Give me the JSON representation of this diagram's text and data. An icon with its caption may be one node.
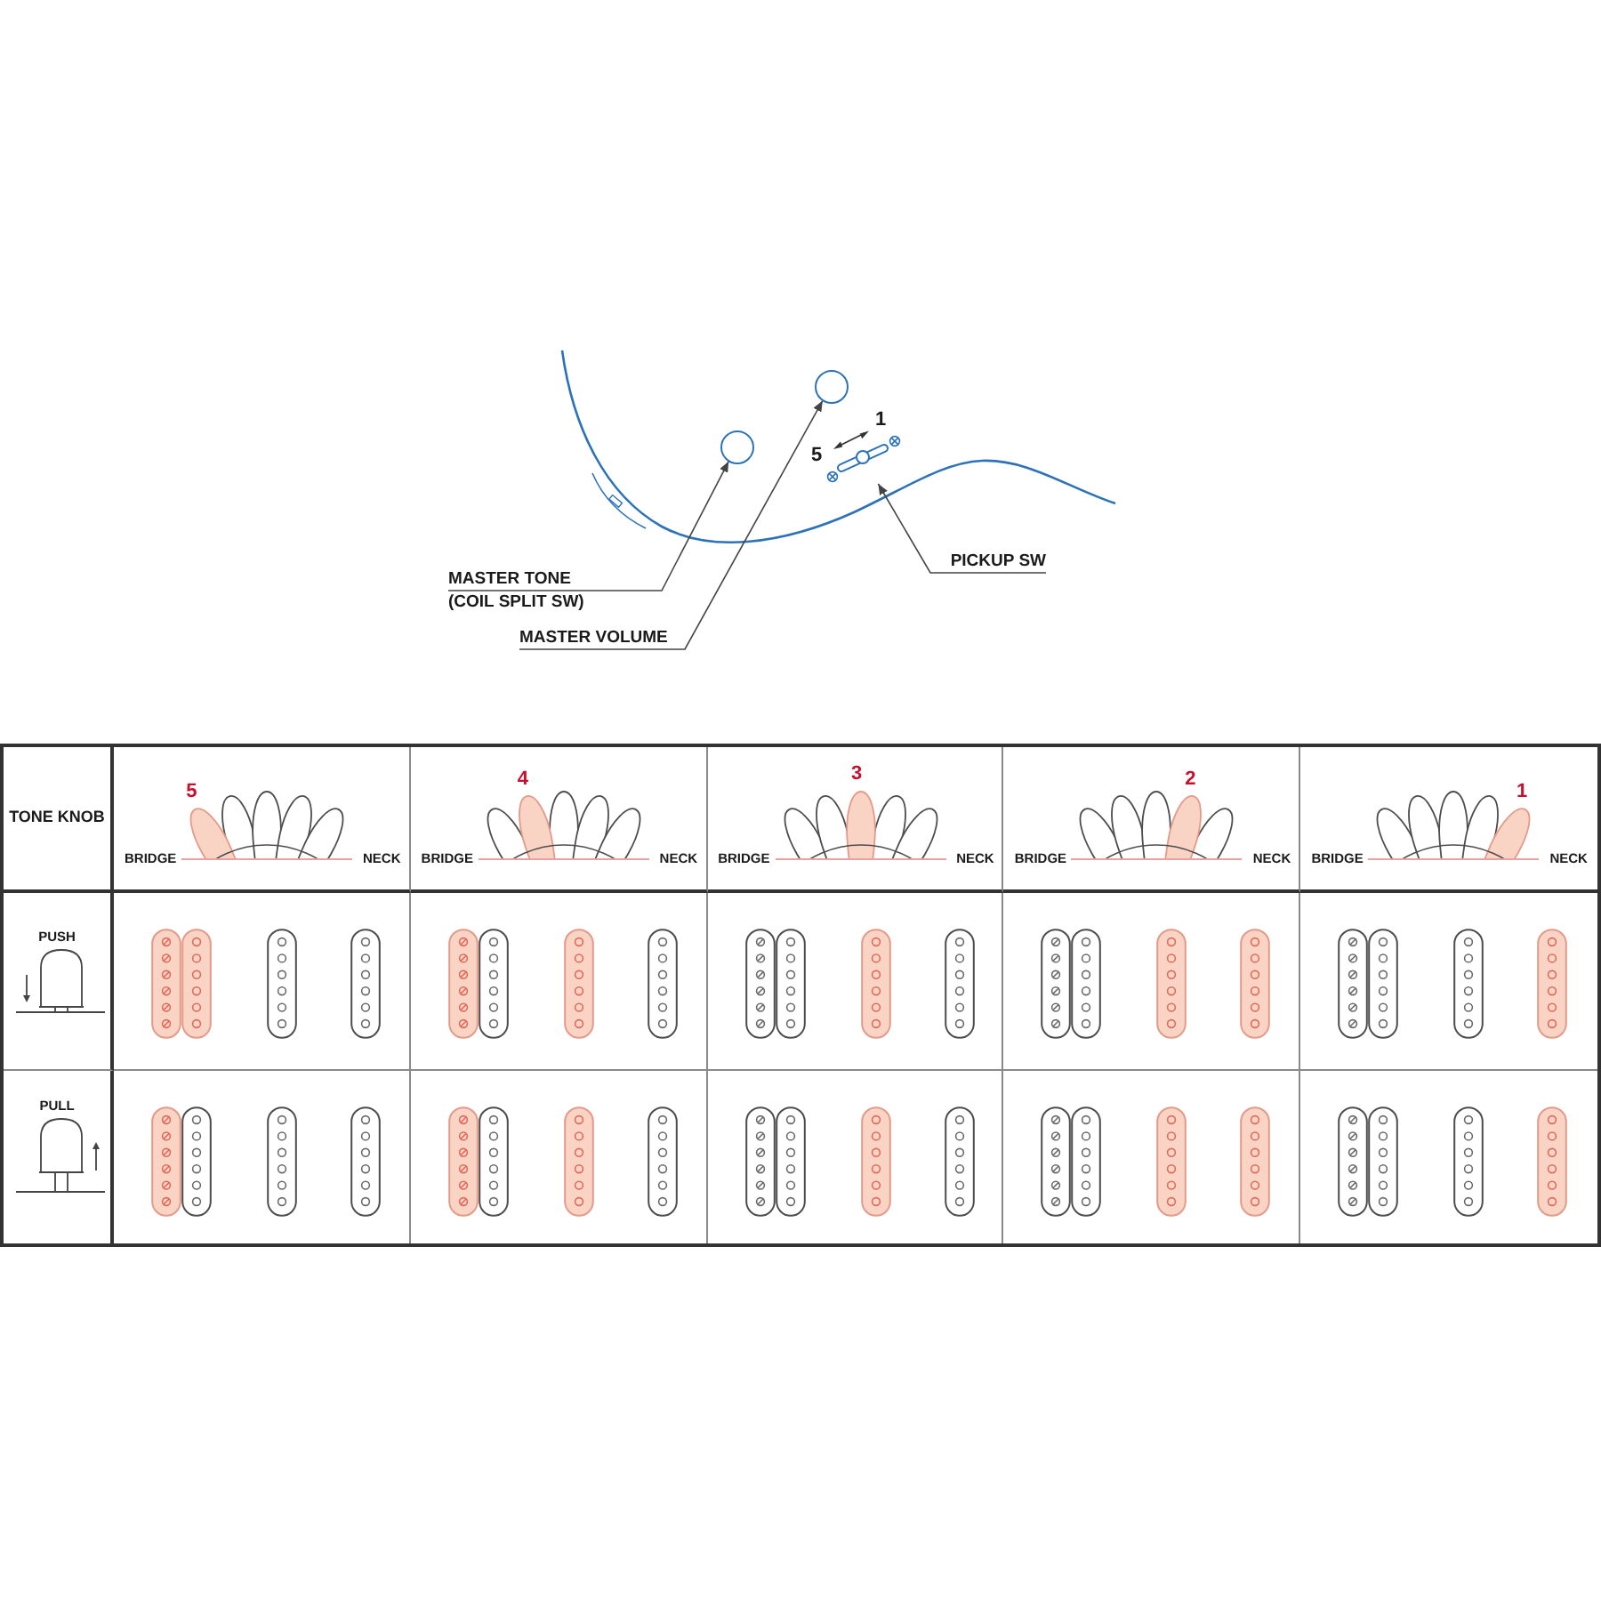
{
  "diagram": {
    "nodes": [
      {
        "text": [
          "MASTER TONE (COIL SPLIT SW)"
        ]
      },
      {
        "text": [],
        "shape": "circle"
      },
      {
        "text": [
          "MASTER VOLUME"
        ]
      },
      {
        "text": [],
        "shape": "circle"
      },
      {
        "text": [
          "PICKUP SW"
        ]
      },
      {
        "text": [],
        "shape": "picture"
      }
    ],
    "edges": [
      {
        "from": 0,
        "to": 1,
        "arrow": "to"
      },
      {
        "from": 2,
        "to": 3,
        "arrow": "to"
      },
      {
        "from": 4,
        "to": 5,
        "arrow": "to"
      }
    ],
    "labels": [
      "1",
      "5",
      "TONE KNOB",
      "5",
      "BRIDGE",
      "NECK",
      "4",
      "BRIDGE",
      "NECK",
      "3",
      "BRIDGE",
      "NECK",
      "2",
      "BRIDGE",
      "NECK",
      "1",
      "BRIDGE",
      "NECK",
      "PUSH",
      "PULL"
    ]
  }
}
